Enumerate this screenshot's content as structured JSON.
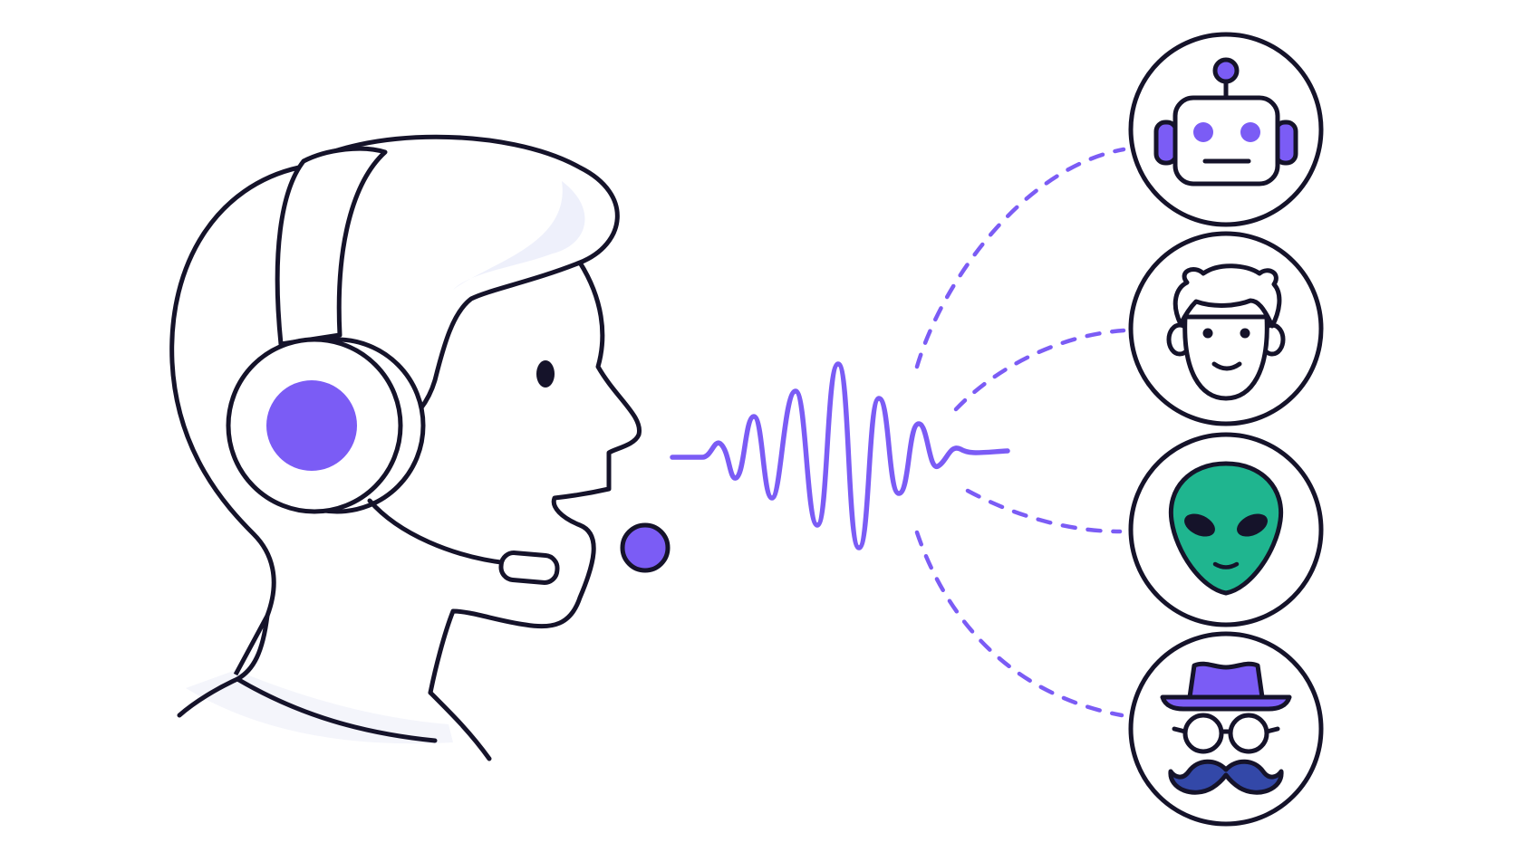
{
  "colors": {
    "accent": "#7b5cf5",
    "ink": "#15132a",
    "skin": "#ffffff",
    "hair_shade": "#eef0fb",
    "alien_green": "#1fb58f",
    "mustache": "#3348a8"
  },
  "speaker": {
    "icon": "headset-user-icon"
  },
  "microphone": {
    "icon": "mic-dot-icon"
  },
  "waveform": {
    "icon": "sound-wave-icon"
  },
  "voice_targets": [
    {
      "id": "robot",
      "icon": "robot-icon"
    },
    {
      "id": "man",
      "icon": "boy-face-icon"
    },
    {
      "id": "alien",
      "icon": "alien-icon"
    },
    {
      "id": "spy",
      "icon": "spy-disguise-icon"
    }
  ]
}
